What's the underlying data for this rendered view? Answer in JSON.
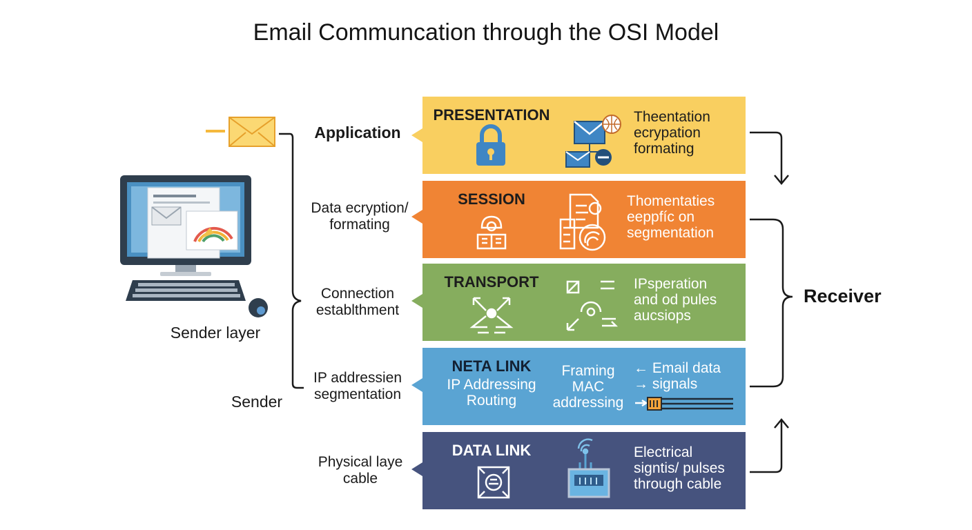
{
  "title": "Email Communcation through the OSI Model",
  "sender": {
    "computer_label": "Sender layer",
    "bottom_label": "Sender"
  },
  "left_labels": [
    {
      "line1": "Application",
      "line2": ""
    },
    {
      "line1": "Data ecryption/",
      "line2": "formating"
    },
    {
      "line1": "Connection",
      "line2": "establthment"
    },
    {
      "line1": "IP addressien",
      "line2": "segmentation"
    },
    {
      "line1": "Physical laye",
      "line2": "cable"
    }
  ],
  "layers": [
    {
      "name": "PRESENTATION",
      "color": "#f9cf60",
      "text_color": "#1c1c1c",
      "right": [
        "Theentation",
        "ecrypation",
        "formating"
      ],
      "mid": [],
      "sub": []
    },
    {
      "name": "SESSION",
      "color": "#f08434",
      "text_color": "#1c1c1c",
      "right": [
        "Thomentaties",
        "eeppfíc on",
        "segmentation"
      ],
      "mid": [],
      "sub": []
    },
    {
      "name": "TRANSPORT",
      "color": "#86ad5e",
      "text_color": "#1c1c1c",
      "right": [
        "IPsperation",
        "and od pules",
        "aucsiops"
      ],
      "mid": [],
      "sub": []
    },
    {
      "name": "NETA LINK",
      "color": "#5aa4d3",
      "text_color": "#132032",
      "sub": [
        "IP Addressing",
        "Routing"
      ],
      "mid": [
        "Framing",
        "MAC",
        "addressing"
      ],
      "right": [
        "← Email data",
        "→  signals"
      ]
    },
    {
      "name": "DATA LINK",
      "color": "#46537e",
      "text_color": "#ffffff",
      "right": [
        "Electrical",
        "signtis/ pulses",
        "through cable"
      ],
      "mid": [],
      "sub": []
    }
  ],
  "receiver": {
    "label": "Receiver"
  },
  "icons": {
    "envelope": "envelope-icon",
    "lock": "lock-icon",
    "computer": "desktop-computer-icon"
  }
}
